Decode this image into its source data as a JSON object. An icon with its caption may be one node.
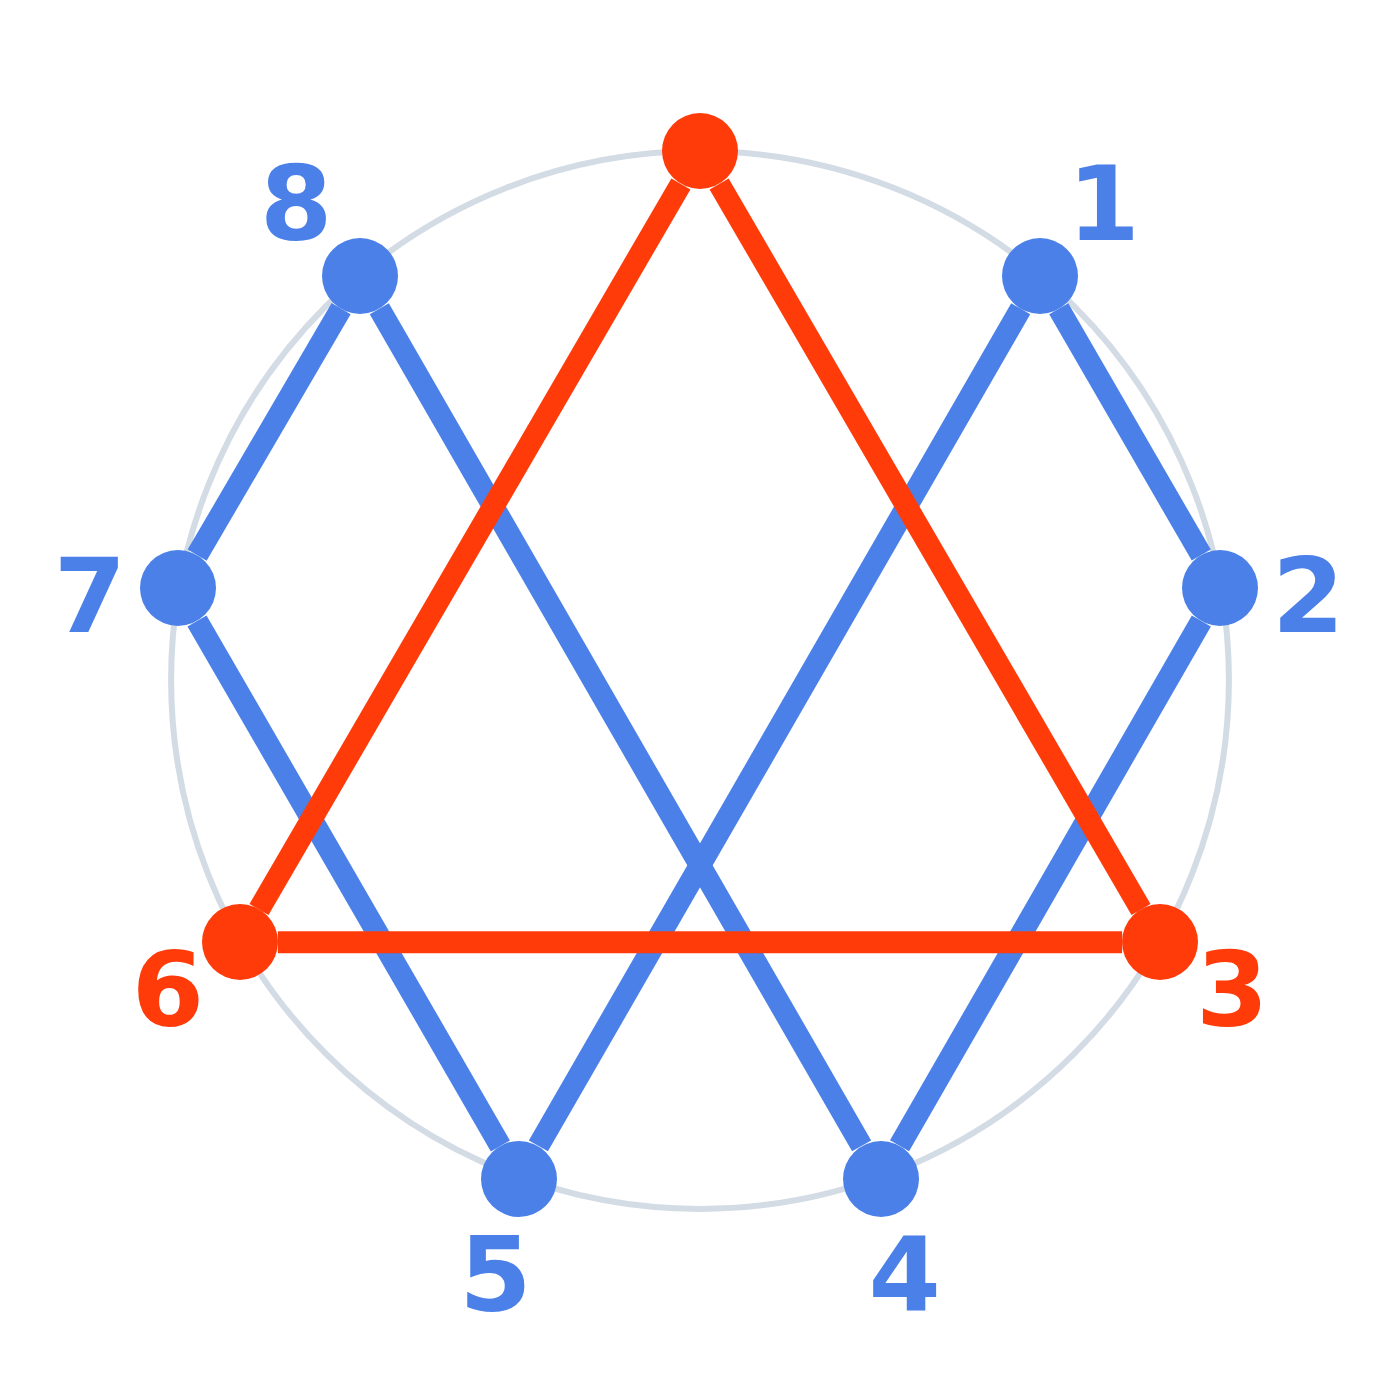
{
  "diagram": {
    "nodes": [
      {
        "text": [],
        "shape": "circle"
      },
      {
        "text": [
          "1"
        ]
      },
      {
        "text": [
          "2"
        ]
      },
      {
        "text": [
          "3"
        ]
      },
      {
        "text": [
          "4"
        ]
      },
      {
        "text": [
          "5"
        ]
      },
      {
        "text": [
          "6"
        ]
      },
      {
        "text": [
          "7"
        ]
      },
      {
        "text": [
          "8"
        ]
      }
    ],
    "edges": [
      {
        "from": 1,
        "to": 2,
        "arrow": "none"
      },
      {
        "from": 2,
        "to": 4,
        "arrow": "none"
      },
      {
        "from": 4,
        "to": 8,
        "arrow": "none"
      },
      {
        "from": 8,
        "to": 7,
        "arrow": "none"
      },
      {
        "from": 7,
        "to": 5,
        "arrow": "none"
      },
      {
        "from": 5,
        "to": 1,
        "arrow": "none"
      },
      {
        "from": 0,
        "to": 3,
        "arrow": "none",
        "color": "#ff3b0a"
      },
      {
        "from": 3,
        "to": 6,
        "arrow": "none",
        "color": "#ff3b0a"
      },
      {
        "from": 6,
        "to": 0,
        "arrow": "none",
        "color": "#ff3b0a"
      }
    ]
  }
}
